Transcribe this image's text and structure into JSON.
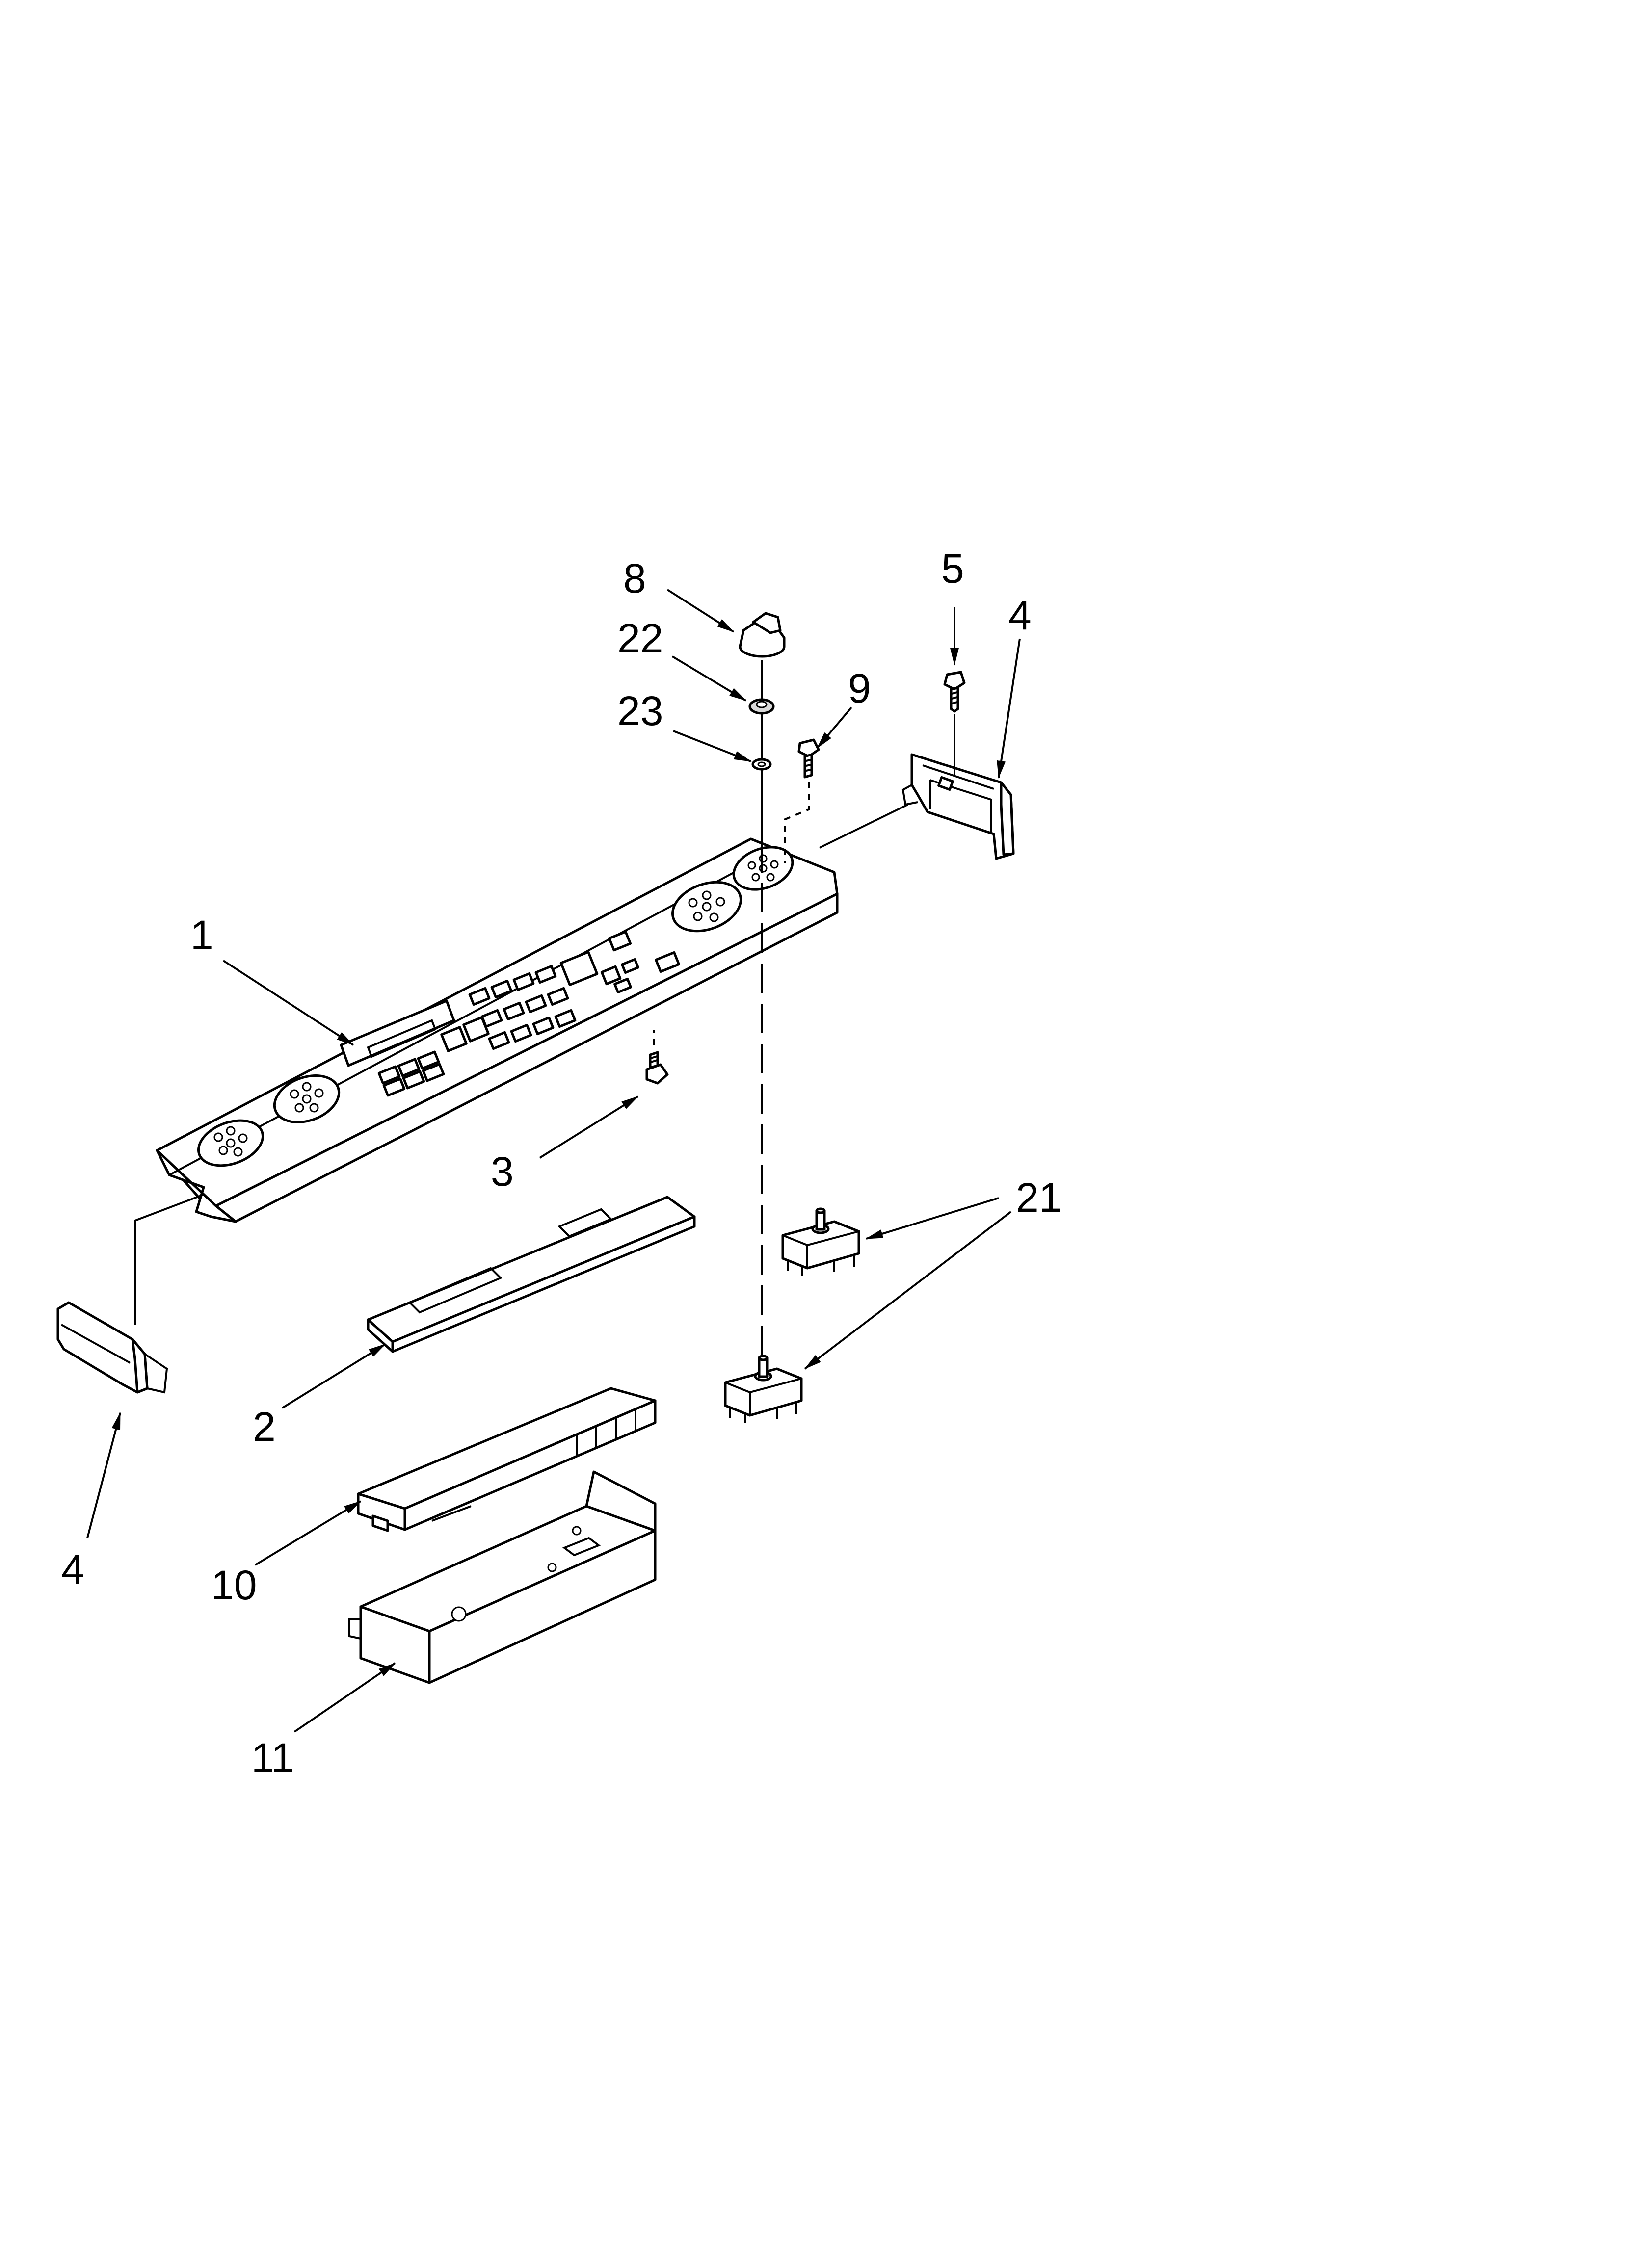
{
  "callouts": {
    "panel": "1",
    "overlay": "2",
    "screw_lower": "3",
    "end_cap_right": "4",
    "screw_upper": "5",
    "knob": "8",
    "screw_side": "9",
    "control_board": "10",
    "board_cover": "11",
    "switches": "21",
    "nut": "22",
    "washer": "23",
    "end_cap_left": "4"
  }
}
